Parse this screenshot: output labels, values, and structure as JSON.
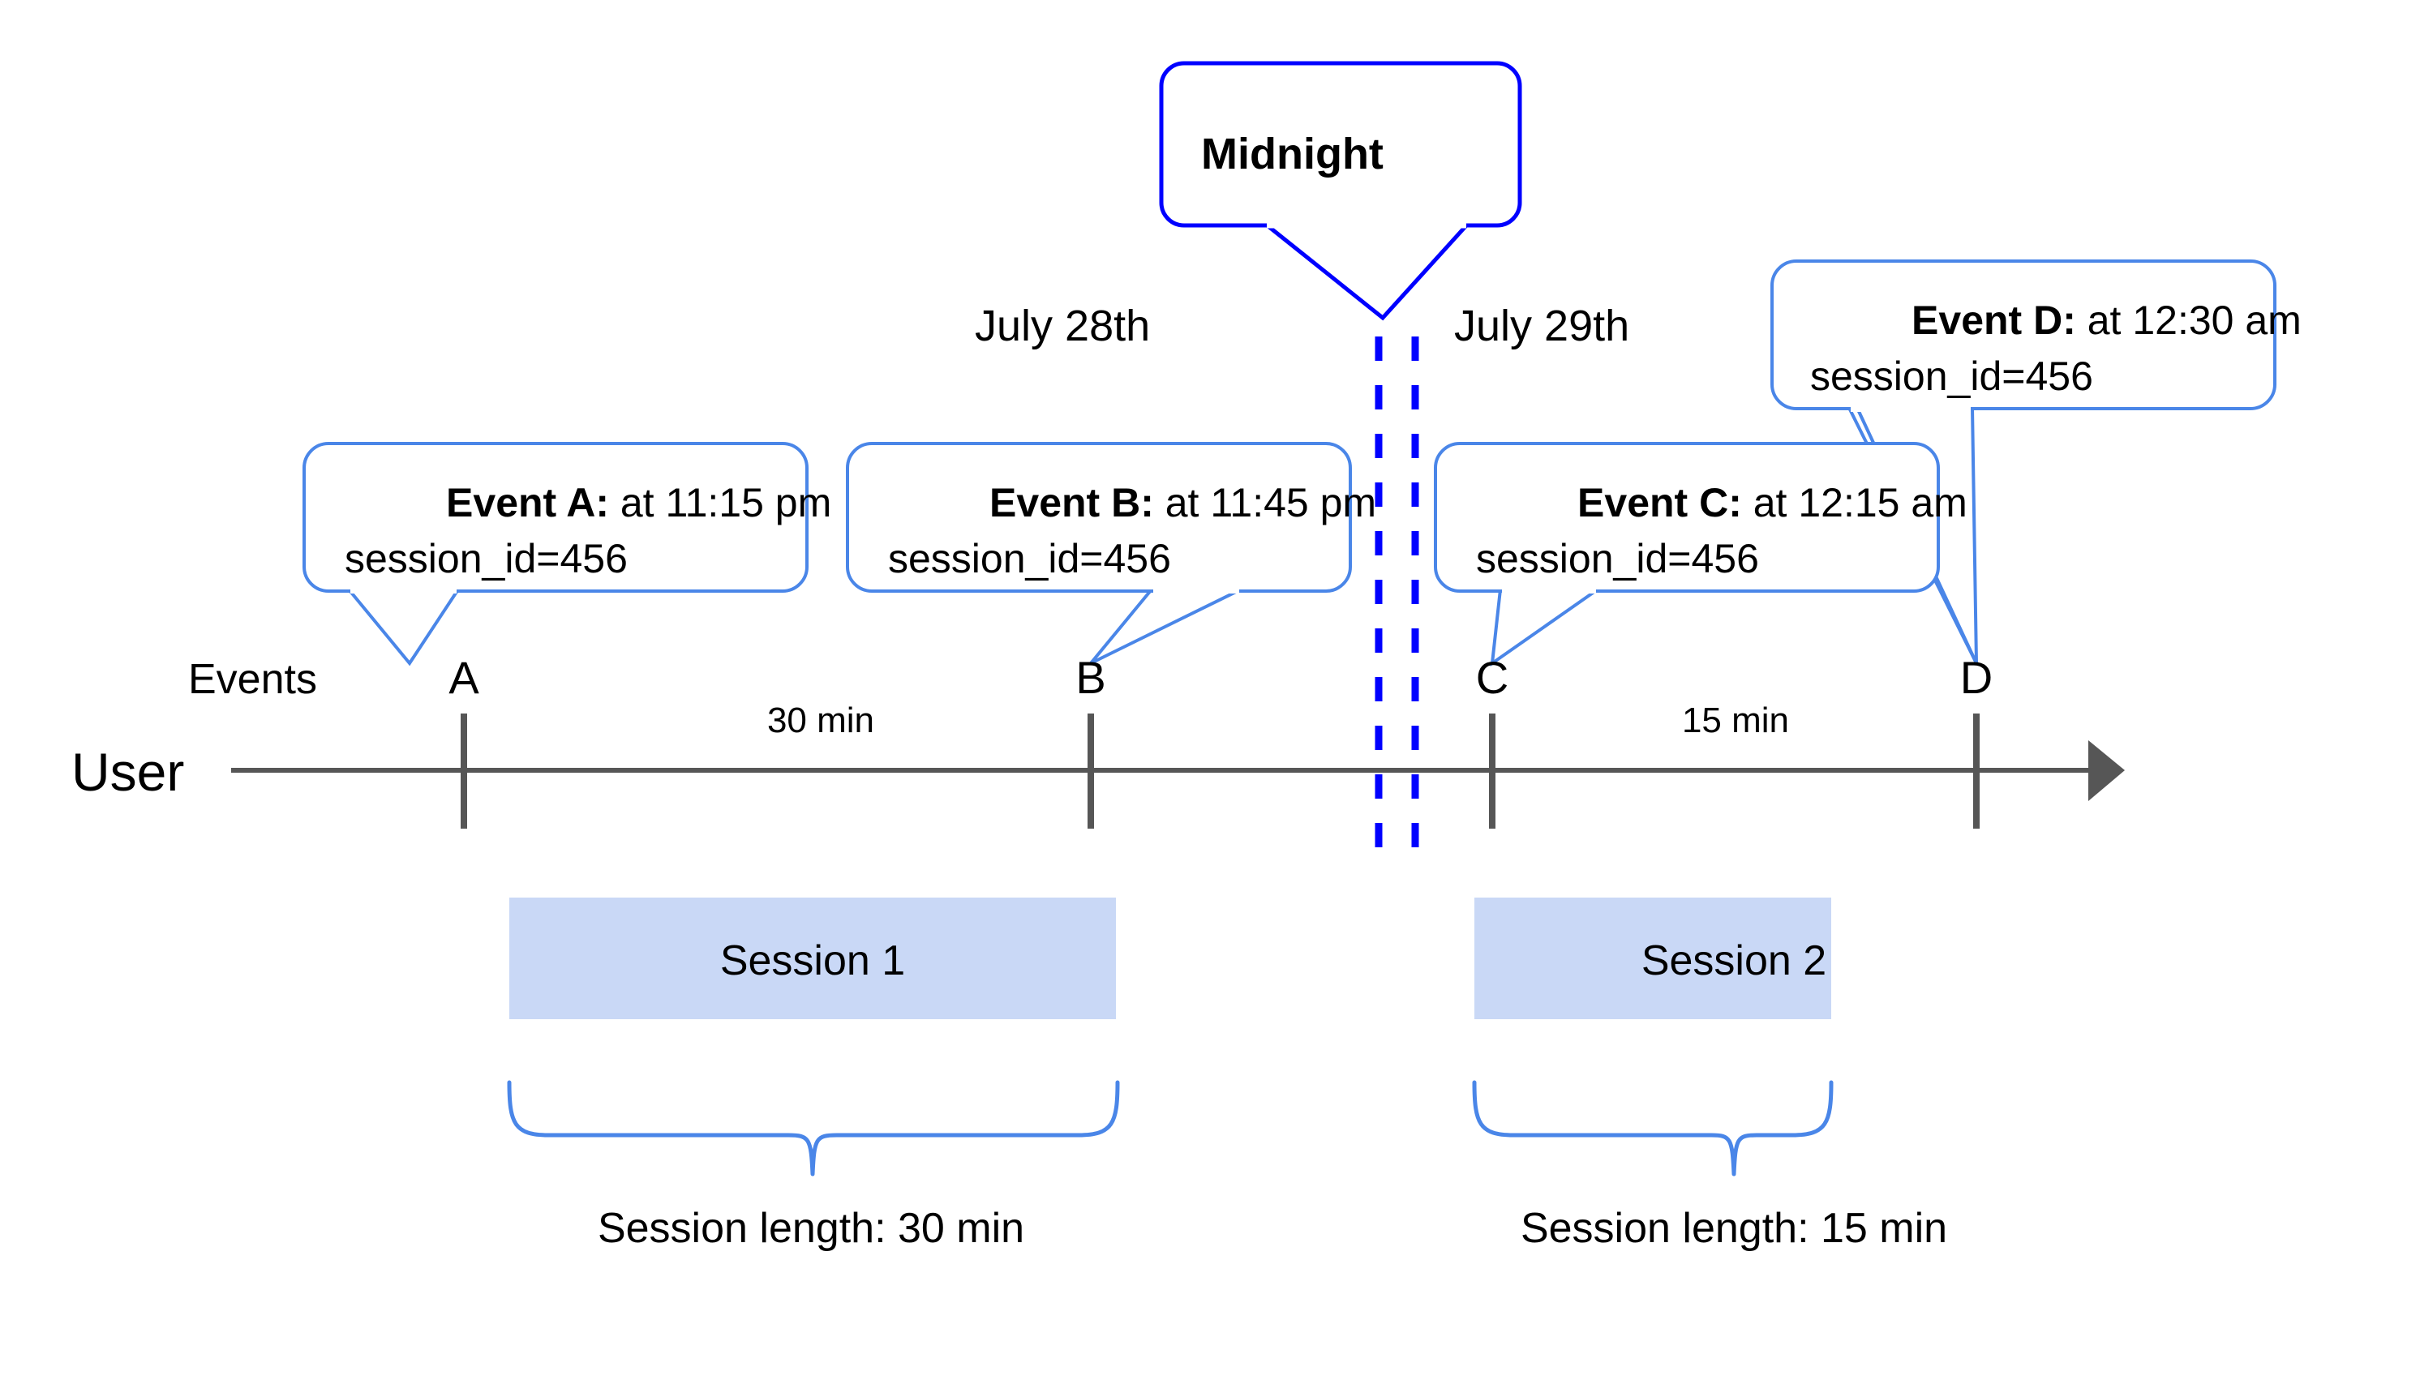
{
  "diagram": {
    "title_hidden": "User session timeline across midnight",
    "colors": {
      "callout_border": "#4a86e8",
      "midnight_border": "#0000ff",
      "midnight_dash": "#0000ff",
      "session_bar_fill": "#c9d8f6",
      "axis": "#565656",
      "text": "#000000"
    },
    "row_labels": {
      "events": "Events",
      "user": "User"
    },
    "day_labels": [
      {
        "id": "july-28",
        "text": "July 28th"
      },
      {
        "id": "july-29",
        "text": "July 29th"
      }
    ],
    "midnight": {
      "label": "Midnight"
    },
    "events": [
      {
        "id": "a",
        "marker": "A",
        "bold": "Event A:",
        "time": " at 11:15 pm",
        "session_line": "session_id=456"
      },
      {
        "id": "b",
        "marker": "B",
        "bold": "Event B:",
        "time": " at 11:45 pm",
        "session_line": "session_id=456"
      },
      {
        "id": "c",
        "marker": "C",
        "bold": "Event C:",
        "time": " at 12:15 am",
        "session_line": "session_id=456"
      },
      {
        "id": "d",
        "marker": "D",
        "bold": "Event D:",
        "time": " at 12:30 am",
        "session_line": "session_id=456"
      }
    ],
    "gaps": [
      {
        "id": "gap-a-b",
        "text": "30 min"
      },
      {
        "id": "gap-c-d",
        "text": "15 min"
      }
    ],
    "sessions": [
      {
        "id": "session-1",
        "label": "Session 1",
        "length_label": "Session length: 30 min"
      },
      {
        "id": "session-2",
        "label": "Session 2",
        "length_label": "Session length: 15 min"
      }
    ]
  },
  "chart_data": {
    "type": "timeline",
    "title": "User session timeline across midnight",
    "axis_label": "User",
    "lane_label": "Events",
    "events": [
      {
        "marker": "A",
        "time": "11:15 pm",
        "day": "July 28th",
        "session_id": 456,
        "session": "Session 1"
      },
      {
        "marker": "B",
        "time": "11:45 pm",
        "day": "July 28th",
        "session_id": 456,
        "session": "Session 1"
      },
      {
        "marker": "C",
        "time": "12:15 am",
        "day": "July 29th",
        "session_id": 456,
        "session": "Session 2"
      },
      {
        "marker": "D",
        "time": "12:30 am",
        "day": "July 29th",
        "session_id": 456,
        "session": "Session 2"
      }
    ],
    "intervals": [
      {
        "from": "A",
        "to": "B",
        "label": "30 min",
        "minutes": 30
      },
      {
        "from": "C",
        "to": "D",
        "label": "15 min",
        "minutes": 15
      }
    ],
    "sessions": [
      {
        "name": "Session 1",
        "events": [
          "A",
          "B"
        ],
        "length_label": "Session length: 30 min",
        "length_minutes": 30
      },
      {
        "name": "Session 2",
        "events": [
          "C",
          "D"
        ],
        "length_label": "Session length: 15 min",
        "length_minutes": 15
      }
    ],
    "boundaries": [
      {
        "name": "Midnight",
        "between": [
          "July 28th",
          "July 29th"
        ],
        "style": "double-dashed-vertical"
      }
    ]
  }
}
